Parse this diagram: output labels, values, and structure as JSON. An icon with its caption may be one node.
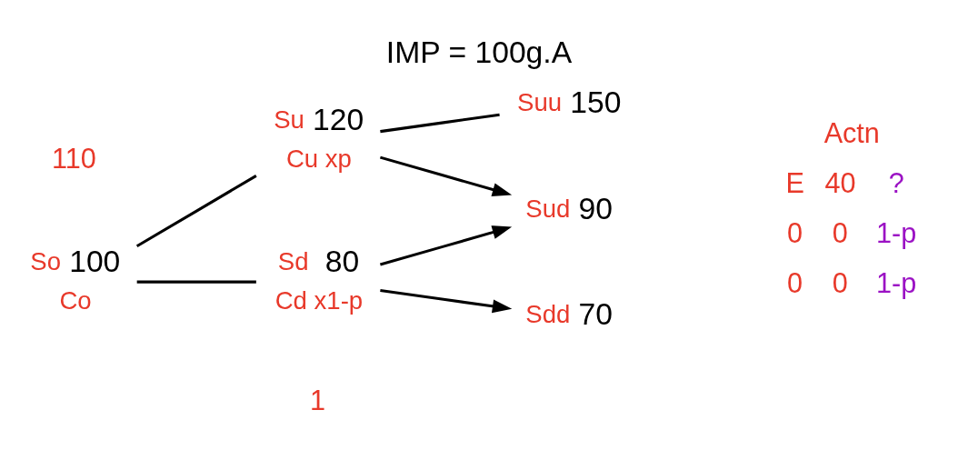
{
  "diagram": {
    "title": "IMP = 100g.A",
    "nodes": [
      {
        "text": [
          "100"
        ],
        "beside": [
          "So",
          "Co"
        ]
      },
      {
        "text": [
          "120"
        ],
        "beside": [
          "Su",
          "Cu xp"
        ]
      },
      {
        "text": [
          "80"
        ],
        "beside": [
          "Sd",
          "Cd x1-p"
        ]
      },
      {
        "text": [
          "150"
        ],
        "beside": [
          "Suu"
        ]
      },
      {
        "text": [
          "90"
        ],
        "beside": [
          "Sud"
        ]
      },
      {
        "text": [
          "70"
        ],
        "beside": [
          "Sdd"
        ]
      }
    ],
    "edges": [
      {
        "from": 0,
        "to": 1,
        "arrow": "none"
      },
      {
        "from": 0,
        "to": 2,
        "arrow": "none"
      },
      {
        "from": 1,
        "to": 3,
        "arrow": "none"
      },
      {
        "from": 1,
        "to": 4,
        "arrow": "to"
      },
      {
        "from": 2,
        "to": 4,
        "arrow": "to"
      },
      {
        "from": 2,
        "to": 5,
        "arrow": "to"
      }
    ],
    "labels": [
      "110",
      "1",
      "Actn",
      "E",
      "40",
      "?",
      "0",
      "0",
      "1-p",
      "0",
      "0",
      "1-p"
    ]
  }
}
